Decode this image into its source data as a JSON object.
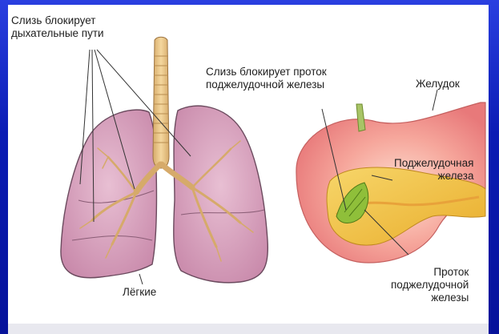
{
  "labels": {
    "mucus_airways": "Слизь блокирует\nдыхательные пути",
    "lungs": "Лёгкие",
    "mucus_duct": "Слизь блокирует проток\nподжелудочной железы",
    "stomach": "Желудок",
    "pancreas": "Поджелудочная\nжелеза",
    "pancreatic_duct": "Проток\nподжелудочной\nжелезы"
  },
  "colors": {
    "frame": "#0b1cb4",
    "lung_fill": "#d9a2bf",
    "lung_edge": "#6b4a5e",
    "trachea": "#e9c58a",
    "stomach": "#f3a19b",
    "pancreas": "#f1c44b",
    "mucus": "#8fbf3a"
  }
}
